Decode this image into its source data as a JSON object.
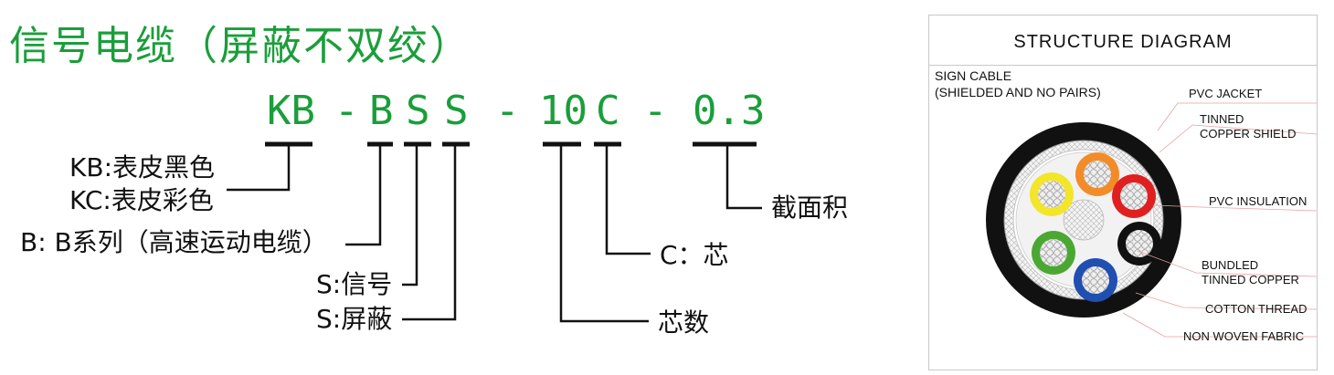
{
  "title": "信号电缆（屏蔽不双绞）",
  "code": {
    "kb": "KB",
    "dash1": "-",
    "b": "B",
    "s1": "S",
    "s2": "S",
    "dash2": "-",
    "cores": "10",
    "c": "C",
    "dash3": "-",
    "section": "0.3"
  },
  "labels": {
    "kb": "KB:表皮黑色",
    "kc": "KC:表皮彩色",
    "b": "B: B系列（高速运动电缆）",
    "s_signal": "S:信号",
    "s_shield": "S:屏蔽",
    "core_count": "芯数",
    "c_core": "C：芯",
    "cross_section": "截面积"
  },
  "structure": {
    "title": "STRUCTURE  DIAGRAM",
    "subtitle_line1": "SIGN CABLE",
    "subtitle_line2": "(SHIELDED AND NO PAIRS)",
    "parts": {
      "pvc_jacket": "PVC JACKET",
      "shield_line1": "TINNED",
      "shield_line2": "COPPER SHIELD",
      "pvc_insulation": "PVC INSULATION",
      "bundled_line1": "BUNDLED",
      "bundled_line2": "TINNED COPPER",
      "cotton_thread": "COTTON THREAD",
      "non_woven": "NON WOVEN FABRIC"
    }
  },
  "colors": {
    "code_green": "#1a9e3a",
    "jacket": "#111111",
    "core_orange": "#f28c28",
    "core_red": "#e02020",
    "core_black": "#111111",
    "core_blue": "#1f4fb0",
    "core_green": "#4aa832",
    "core_yellow": "#f2e52a"
  }
}
